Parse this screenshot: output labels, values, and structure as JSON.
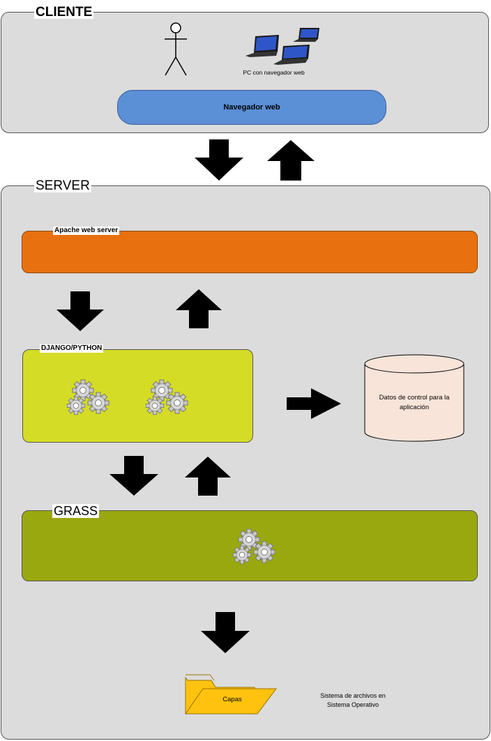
{
  "client": {
    "title": "CLIENTE",
    "pc_label": "PC con navegador web",
    "browser_label": "Navegador web"
  },
  "server": {
    "title": "SERVER",
    "apache_label": "Apache web server",
    "django_label": "DJANGO/PYTHON",
    "control_data_label": "Datos de control para la aplicación",
    "grass_label": "GRASS",
    "folder_label": "Capas",
    "filesystem_label": "Sistema de archivos en Sistema Operativo"
  },
  "colors": {
    "panel": "#dcdcdc",
    "browser": "#5b8fd6",
    "apache": "#e8700f",
    "django": "#d4dc26",
    "grass": "#9aa80f",
    "database": "#f9e4d9",
    "folder": "#ffc20e",
    "arrow": "#000000"
  },
  "icons": [
    "stick-figure-icon",
    "laptop-icon",
    "gears-icon",
    "database-cylinder-icon",
    "folder-icon",
    "arrow-down-icon",
    "arrow-up-icon",
    "arrow-right-icon"
  ]
}
